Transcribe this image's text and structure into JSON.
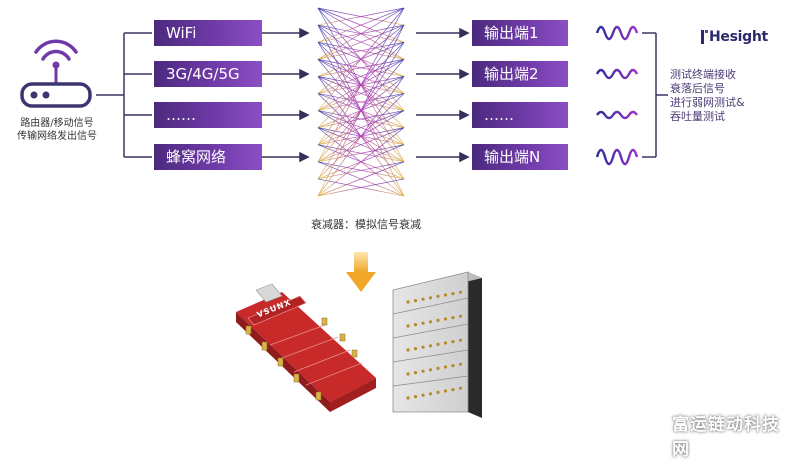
{
  "source": {
    "caption_line1": "路由器/移动信号",
    "caption_line2": "传输网络发出信号"
  },
  "inputs": [
    "WiFi",
    "3G/4G/5G",
    "……",
    "蜂窝网络"
  ],
  "outputs": [
    "输出端1",
    "输出端2",
    "……",
    "输出端N"
  ],
  "attenuator_caption": "衰减器：模拟信号衰减",
  "brand_logo": "Hesight",
  "result_text": [
    "测试终端接收",
    "衰落后信号",
    "进行弱网测试&",
    "吞吐量测试"
  ],
  "device_brand": "VSUNX",
  "watermark": "富运链动科技网",
  "colors": {
    "box_purple": "#6f3aa7",
    "arrow": "#35305a",
    "line": "#3a3565",
    "device_red": "#c82a2a"
  }
}
